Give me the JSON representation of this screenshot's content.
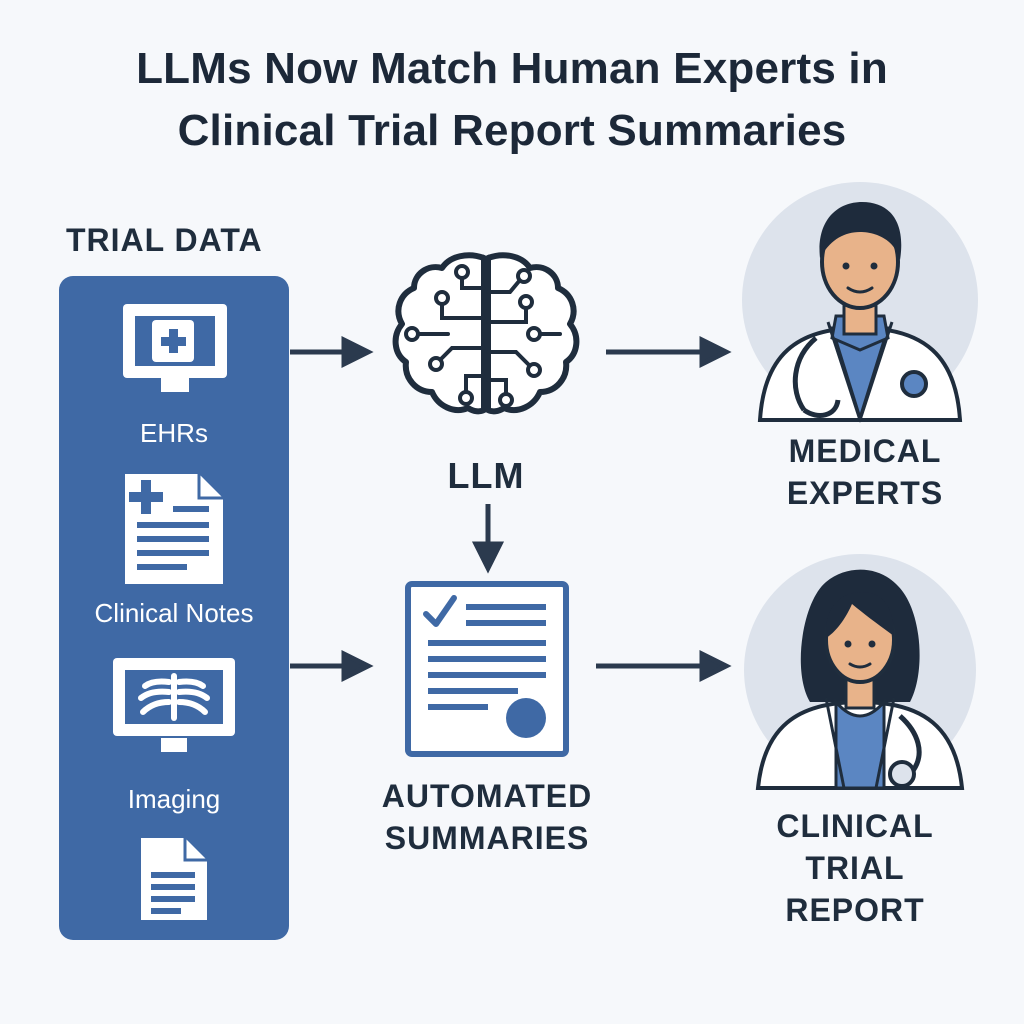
{
  "title": {
    "line1": "LLMs Now Match Human Experts in",
    "line2": "Clinical Trial Report Summaries"
  },
  "trial_data": {
    "label": "TRIAL DATA",
    "sources": [
      {
        "label": "EHRs",
        "icon": "monitor-medical-cross-icon"
      },
      {
        "label": "Clinical Notes",
        "icon": "medical-document-icon"
      },
      {
        "label": "Imaging",
        "icon": "xray-monitor-icon"
      },
      {
        "label": "",
        "icon": "document-icon"
      }
    ]
  },
  "llm": {
    "label": "LLM",
    "icon": "brain-circuit-icon"
  },
  "summaries": {
    "line1": "AUTOMATED",
    "line2": "SUMMARIES",
    "icon": "checklist-report-icon"
  },
  "experts": {
    "line1": "MEDICAL",
    "line2": "EXPERTS",
    "icon": "male-doctor-avatar"
  },
  "report": {
    "line1": "CLINICAL",
    "line2": "TRIAL",
    "line3": "REPORT",
    "icon": "female-doctor-avatar"
  },
  "colors": {
    "panel": "#3f69a5",
    "dark": "#1f2d3d",
    "background": "#f6f8fb",
    "avatar_circle": "#dde3ec",
    "skin": "#e8b38a",
    "shirt": "#5b86c2"
  }
}
